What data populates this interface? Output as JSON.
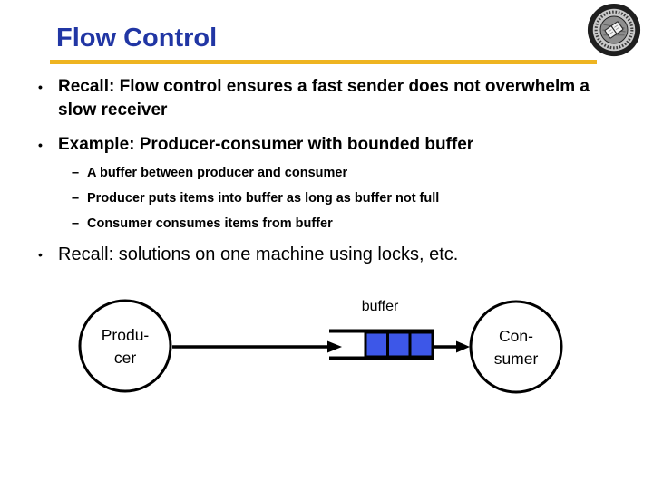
{
  "slide": {
    "title": "Flow Control",
    "bullet_marker": "•",
    "sub_marker": "–",
    "bullets": [
      {
        "text": "Recall: Flow control ensures a fast sender does not overwhelm a slow receiver"
      },
      {
        "text": "Example: Producer-consumer with bounded buffer"
      },
      {
        "text": "Recall: solutions on one machine using locks, etc."
      }
    ],
    "sub_bullets": [
      {
        "text": "A buffer between producer and consumer"
      },
      {
        "text": "Producer puts items into buffer as long as buffer not full"
      },
      {
        "text": "Consumer consumes items from buffer"
      }
    ]
  },
  "diagram": {
    "buffer_label": "buffer",
    "producer": {
      "line1": "Produ-",
      "line2": "cer"
    },
    "consumer": {
      "line1": "Con-",
      "line2": "sumer"
    },
    "filled_cells": 3
  },
  "icons": {
    "seal": "university-seal-icon"
  },
  "colors": {
    "title_blue": "#2136A4",
    "rule_gold": "#EEB421",
    "cell_blue": "#3D57E8",
    "ink_black": "#000000"
  }
}
